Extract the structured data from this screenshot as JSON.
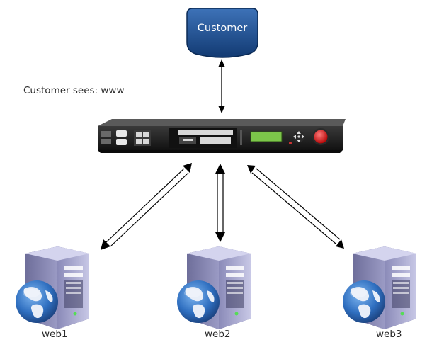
{
  "customer": {
    "label": "Customer"
  },
  "caption": {
    "text": "Customer sees: www"
  },
  "servers": [
    {
      "name": "web1"
    },
    {
      "name": "web2"
    },
    {
      "name": "web3"
    }
  ],
  "colors": {
    "customer_fill": "#1f4e8c",
    "appliance_body": "#1e1e1e",
    "lcd": "#7cc64a",
    "power_button": "#d42020",
    "server_body": "#a8a8d0",
    "globe": "#2f6fc0",
    "arrow": "#000000"
  }
}
